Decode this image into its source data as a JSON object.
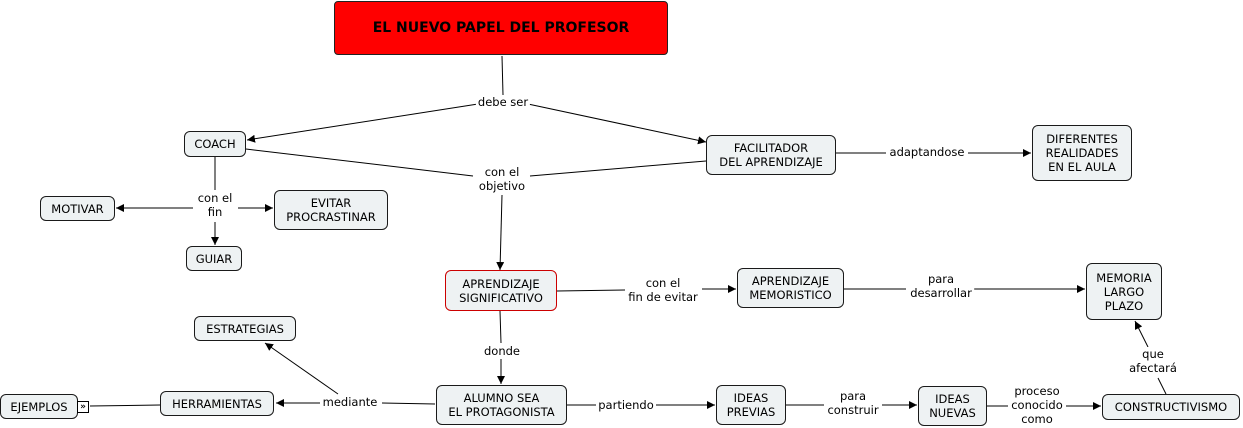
{
  "nodes": {
    "title": "EL NUEVO PAPEL DEL PROFESOR",
    "coach": "COACH",
    "facilitador": "FACILITADOR\nDEL APRENDIZAJE",
    "diferentes": "DIFERENTES\nREALIDADES\nEN EL AULA",
    "motivar": "MOTIVAR",
    "evitar": "EVITAR\nPROCRASTINAR",
    "guiar": "GUIAR",
    "aprendizaje_significativo": "APRENDIZAJE\nSIGNIFICATIVO",
    "aprendizaje_memoristico": "APRENDIZAJE\nMEMORISTICO",
    "memoria": "MEMORIA\nLARGO\nPLAZO",
    "estrategias": "ESTRATEGIAS",
    "ejemplos": "EJEMPLOS",
    "herramientas": "HERRAMIENTAS",
    "alumno": "ALUMNO SEA\nEL PROTAGONISTA",
    "ideas_previas": "IDEAS\nPREVIAS",
    "ideas_nuevas": "IDEAS\nNUEVAS",
    "constructivismo": "CONSTRUCTIVISMO"
  },
  "links": {
    "debe_ser": "debe ser",
    "adaptandose": "adaptandose",
    "con_el_objetivo": "con el\nobjetivo",
    "con_el_fin": "con el\nfin",
    "con_el_fin_de_evitar": "con el\nfin de evitar",
    "para_desarrollar": "para\ndesarrollar",
    "donde": "donde",
    "mediante": "mediante",
    "partiendo": "partiendo",
    "para_construir": "para\nconstruir",
    "proceso_conocido_como": "proceso\nconocido\ncomo",
    "que_afectara": "que\nafectará"
  },
  "colors": {
    "title_fill": "#ff0000",
    "node_fill": "#eef2f3",
    "highlight_border": "#cc0000",
    "line": "#000000"
  },
  "icons": {
    "expand": "expand-arrows-icon"
  }
}
